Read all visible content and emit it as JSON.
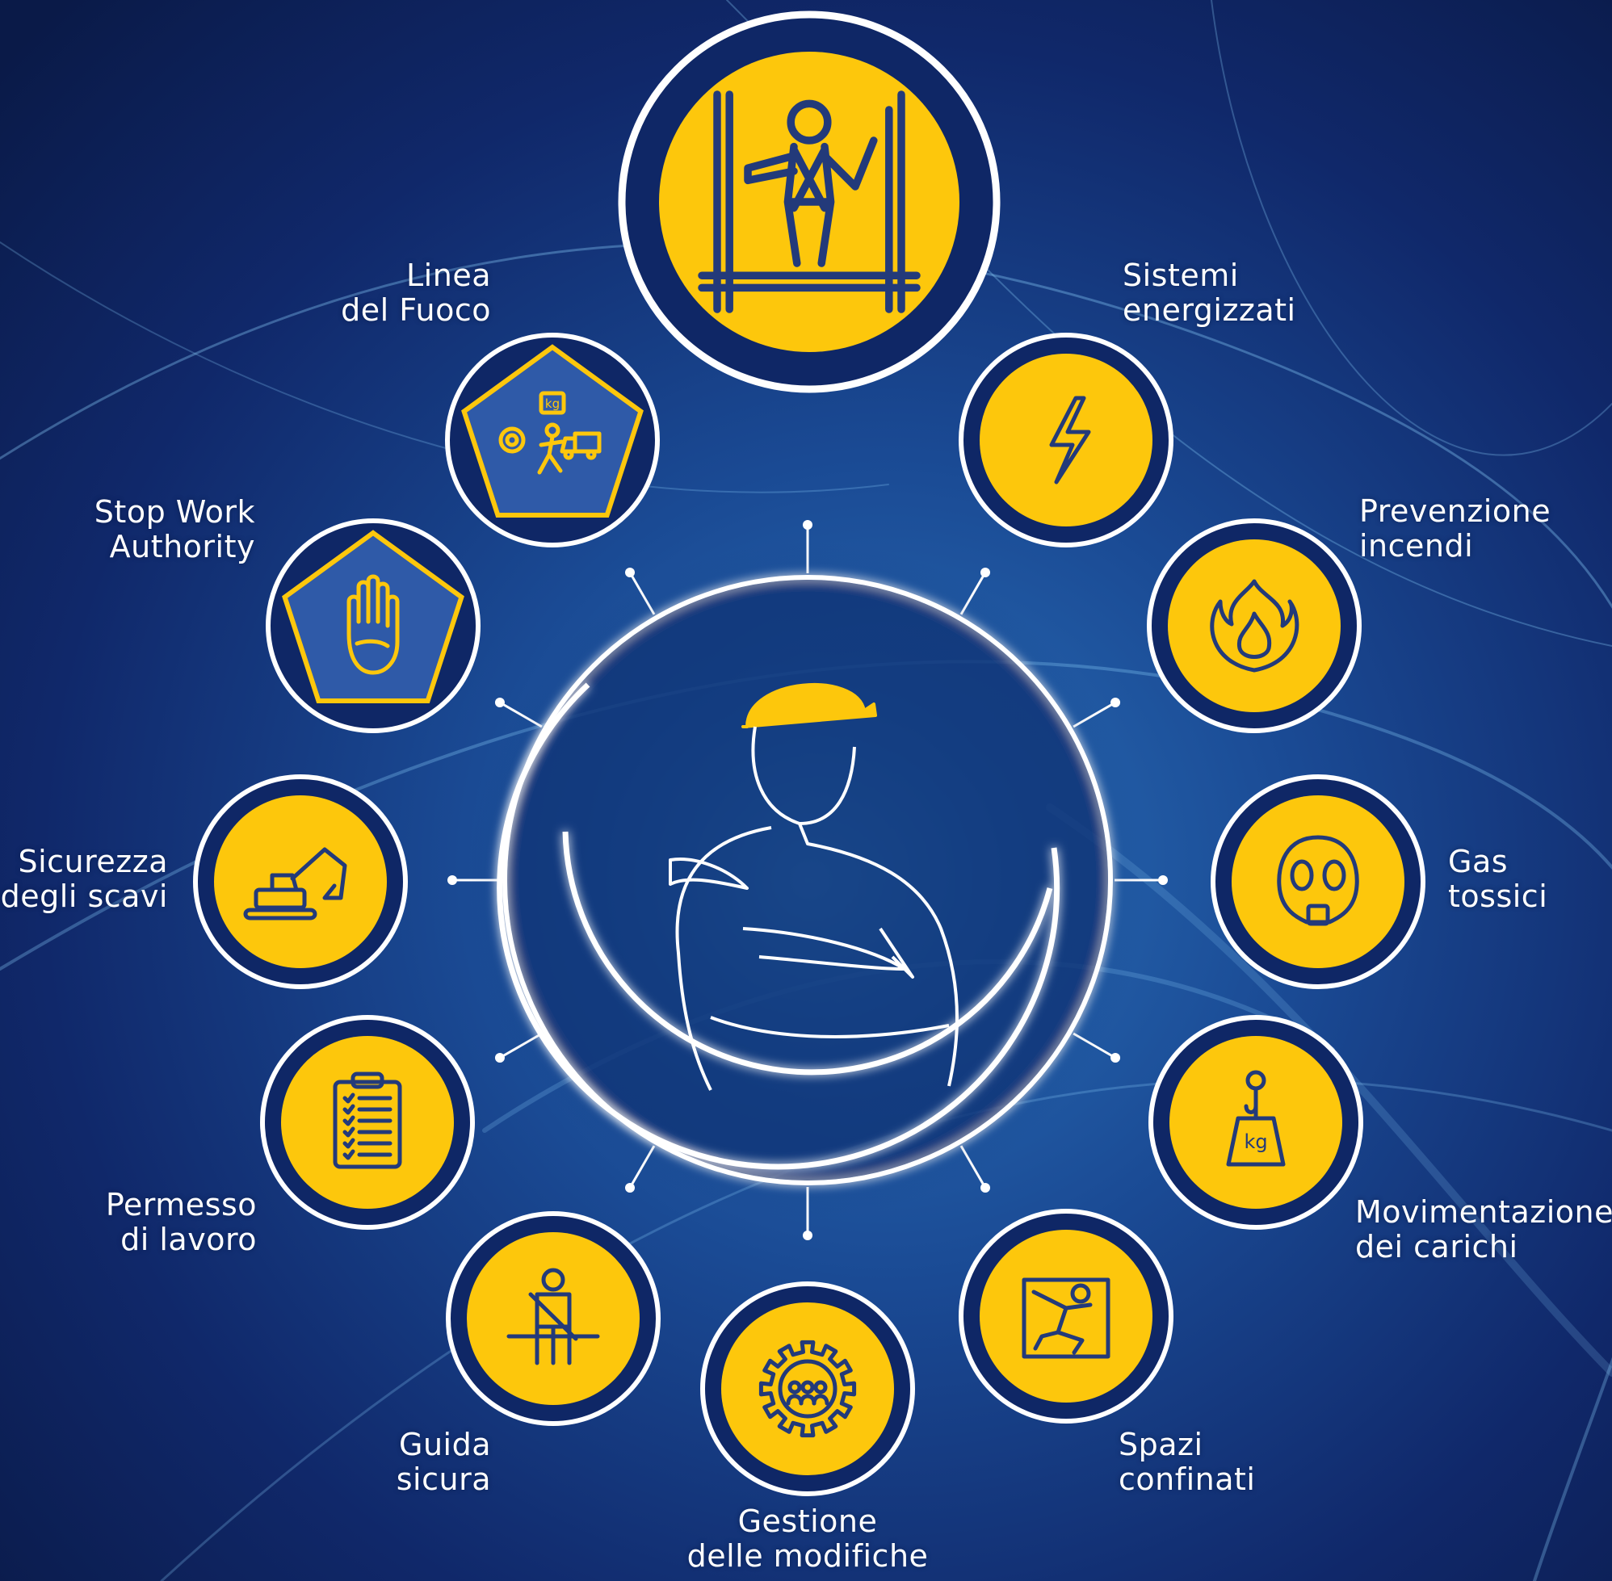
{
  "colors": {
    "background": "#0c1f55",
    "accent_yellow": "#fdc70c",
    "icon_navy": "#233a7a",
    "pentagon_blue": "#2f5aa8",
    "ring_white": "#ffffff"
  },
  "center": {
    "icon": "worker-with-hard-hat-arms-crossed-icon"
  },
  "items": [
    {
      "id": "lavori-in-quota",
      "icon": "worker-on-scaffold-with-harness-icon",
      "shape": "circle",
      "lines": []
    },
    {
      "id": "sistemi-energizzati",
      "icon": "lightning-bolt-icon",
      "shape": "circle",
      "lines": [
        "Sistemi",
        "energizzati"
      ]
    },
    {
      "id": "prevenzione-incendi",
      "icon": "flame-icon",
      "shape": "circle",
      "lines": [
        "Prevenzione",
        "incendi"
      ]
    },
    {
      "id": "gas-tossici",
      "icon": "gas-mask-icon",
      "shape": "circle",
      "lines": [
        "Gas",
        "tossici"
      ]
    },
    {
      "id": "movimentazione-carichi",
      "icon": "crane-hook-kg-weight-icon",
      "shape": "circle",
      "weight_text": "kg",
      "lines": [
        "Movimentazione",
        "dei carichi"
      ]
    },
    {
      "id": "spazi-confinati",
      "icon": "person-crouching-in-box-icon",
      "shape": "circle",
      "lines": [
        "Spazi",
        "confinati"
      ]
    },
    {
      "id": "gestione-modifiche",
      "icon": "gear-with-people-icon",
      "shape": "circle",
      "lines": [
        "Gestione",
        "delle modifiche"
      ]
    },
    {
      "id": "guida-sicura",
      "icon": "person-with-seatbelt-icon",
      "shape": "circle",
      "lines": [
        "Guida",
        "sicura"
      ]
    },
    {
      "id": "permesso-lavoro",
      "icon": "clipboard-checklist-icon",
      "shape": "circle",
      "lines": [
        "Permesso",
        "di lavoro"
      ]
    },
    {
      "id": "sicurezza-scavi",
      "icon": "excavator-icon",
      "shape": "circle",
      "lines": [
        "Sicurezza",
        "degli scavi"
      ]
    },
    {
      "id": "stop-work-authority",
      "icon": "raised-hand-stop-icon",
      "shape": "pentagon",
      "lines": [
        "Stop Work",
        "Authority"
      ]
    },
    {
      "id": "linea-fuoco",
      "icon": "line-of-fire-hazards-icon",
      "shape": "pentagon",
      "weight_text": "kg",
      "lines": [
        "Linea",
        "del Fuoco"
      ]
    }
  ]
}
